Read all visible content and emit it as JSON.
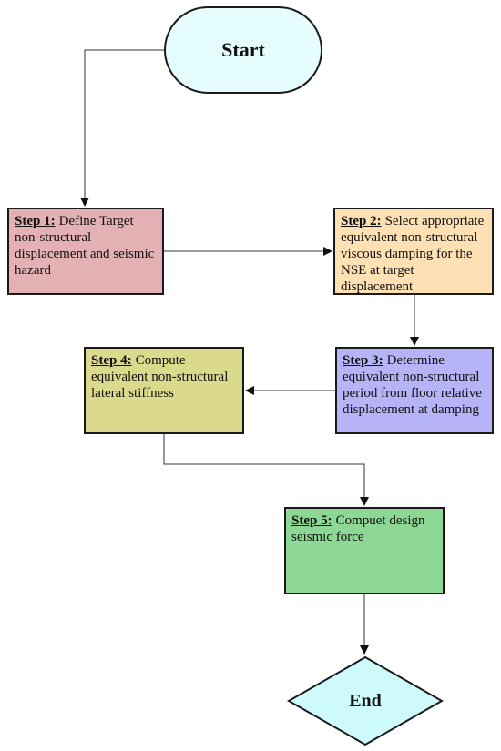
{
  "start": {
    "label": "Start"
  },
  "end": {
    "label": "End"
  },
  "steps": [
    {
      "label": "Step 1:",
      "text": "Define Target non-structural displacement and seismic hazard"
    },
    {
      "label": "Step 2:",
      "text": "Select appropriate equivalent non-structural viscous damping for the NSE at target displacement"
    },
    {
      "label": "Step 3:",
      "text": "Determine equivalent non-structural period from floor relative displacement at damping"
    },
    {
      "label": "Step 4:",
      "text": "Compute equivalent non-structural lateral stiffness"
    },
    {
      "label": "Step 5:",
      "text": "Compuet design seismic force"
    }
  ],
  "colors": {
    "start": "#e6fdfd",
    "step1": "#e3b1b4",
    "step2": "#fde0b3",
    "step3": "#b7b3f7",
    "step4": "#dad98c",
    "step5": "#8ed896",
    "end": "#cffafb"
  }
}
